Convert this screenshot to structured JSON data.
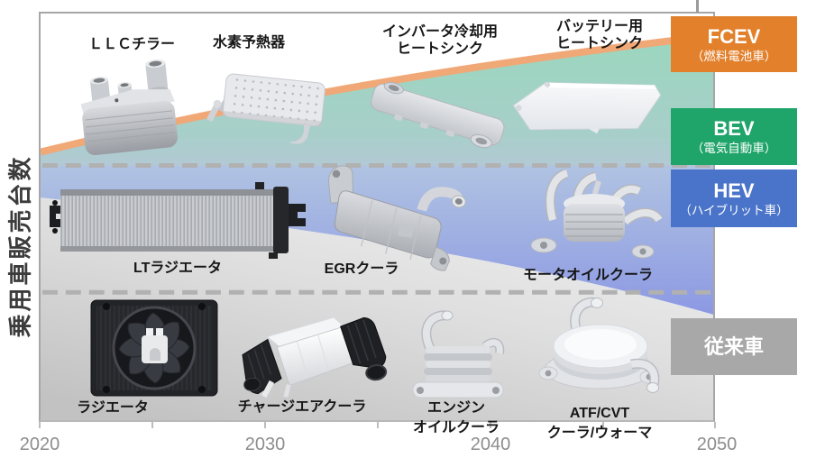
{
  "y_axis": {
    "label": "乗用車販売台数"
  },
  "x_axis": {
    "ticks": [
      "2020",
      "2030",
      "2040",
      "2050"
    ]
  },
  "category_boxes": [
    {
      "title": "FCEV",
      "subtitle": "（燃料電池車）",
      "color": "#E2802C"
    },
    {
      "title": "BEV",
      "subtitle": "（電気自動車）",
      "color": "#1FA469"
    },
    {
      "title": "HEV",
      "subtitle": "（ハイブリット車）",
      "color": "#4A74C9"
    },
    {
      "title": "従来車",
      "subtitle": "",
      "color": "#A8A8A8"
    }
  ],
  "products": {
    "llc_chiller": "ＬＬＣチラー",
    "hydrogen_preheater": "水素予熱器",
    "inverter_heatsink_1": "インバータ冷却用",
    "inverter_heatsink_2": "ヒートシンク",
    "battery_heatsink_1": "バッテリー用",
    "battery_heatsink_2": "ヒートシンク",
    "lt_radiator": "LTラジエータ",
    "egr_cooler": "EGRクーラ",
    "motor_oil_cooler": "モータオイルクーラ",
    "radiator": "ラジエータ",
    "charge_air_cooler": "チャージエアクーラ",
    "engine_oil_cooler_1": "エンジン",
    "engine_oil_cooler_2": "オイルクーラ",
    "atf_cvt_cooler_1": "ATF/CVT",
    "atf_cvt_cooler_2": "クーラ/ウォーマ"
  },
  "area_colors": {
    "fcev_boundary_line": "#F0A877",
    "bev_area_top": "#9BD7BE",
    "bev_area_bottom": "#B2C9D4",
    "hev_area_top": "#B0C3E2",
    "hev_area_bottom": "#8C99E3",
    "conventional_area_light": "#F0F0F0",
    "conventional_area_dark": "#C2C2C2",
    "dashed_separator": "#B1B1B1",
    "axis_line": "#A6A6A6"
  }
}
